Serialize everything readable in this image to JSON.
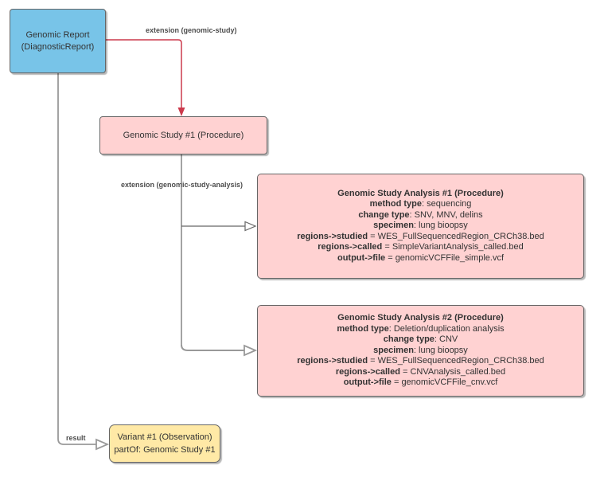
{
  "diagram": {
    "nodes": {
      "report": {
        "line1": "Genomic Report",
        "line2": "(DiagnosticReport)"
      },
      "study": {
        "label": "Genomic Study #1 (Procedure)"
      },
      "analysis1": {
        "title": "Genomic Study Analysis #1 (Procedure)",
        "lines": [
          {
            "b": "method type",
            "r": ": sequencing"
          },
          {
            "b": "change type",
            "r": ": SNV, MNV, delins"
          },
          {
            "b": "specimen",
            "r": ": lung bioopsy"
          },
          {
            "b": "regions->studied",
            "r": " = WES_FullSequencedRegion_CRCh38.bed"
          },
          {
            "b": "regions->called",
            "r": " = SimpleVariantAnalysis_called.bed"
          },
          {
            "b": "output->file",
            "r": " = genomicVCFFile_simple.vcf"
          }
        ]
      },
      "analysis2": {
        "title": "Genomic Study Analysis #2 (Procedure)",
        "lines": [
          {
            "b": "method type",
            "r": ": Deletion/duplication analysis"
          },
          {
            "b": "change type",
            "r": ": CNV"
          },
          {
            "b": "specimen",
            "r": ": lung bioopsy"
          },
          {
            "b": "regions->studied",
            "r": " = WES_FullSequencedRegion_CRCh38.bed"
          },
          {
            "b": "regions->called",
            "r": " = CNVAnalysis_called.bed"
          },
          {
            "b": "output->file",
            "r": " = genomicVCFFile_cnv.vcf"
          }
        ]
      },
      "variant": {
        "line1": "Variant #1 (Observation)",
        "line2": "partOf: Genomic Study #1"
      }
    },
    "edges": {
      "extension_study": {
        "label": "extension (genomic-study)"
      },
      "extension_analysis": {
        "label": "extension (genomic-study-analysis)"
      },
      "result": {
        "label": "result"
      }
    },
    "colors": {
      "report_fill": "#78C4E8",
      "procedure_fill": "#FFD2D2",
      "variant_fill": "#FFE9A6",
      "border": "#666666",
      "edge_red": "#CC3A4C",
      "edge_gray": "#999999",
      "edge_dark_gray": "#666666",
      "label_text": "#4D4D4D",
      "node_text": "#333333"
    }
  }
}
